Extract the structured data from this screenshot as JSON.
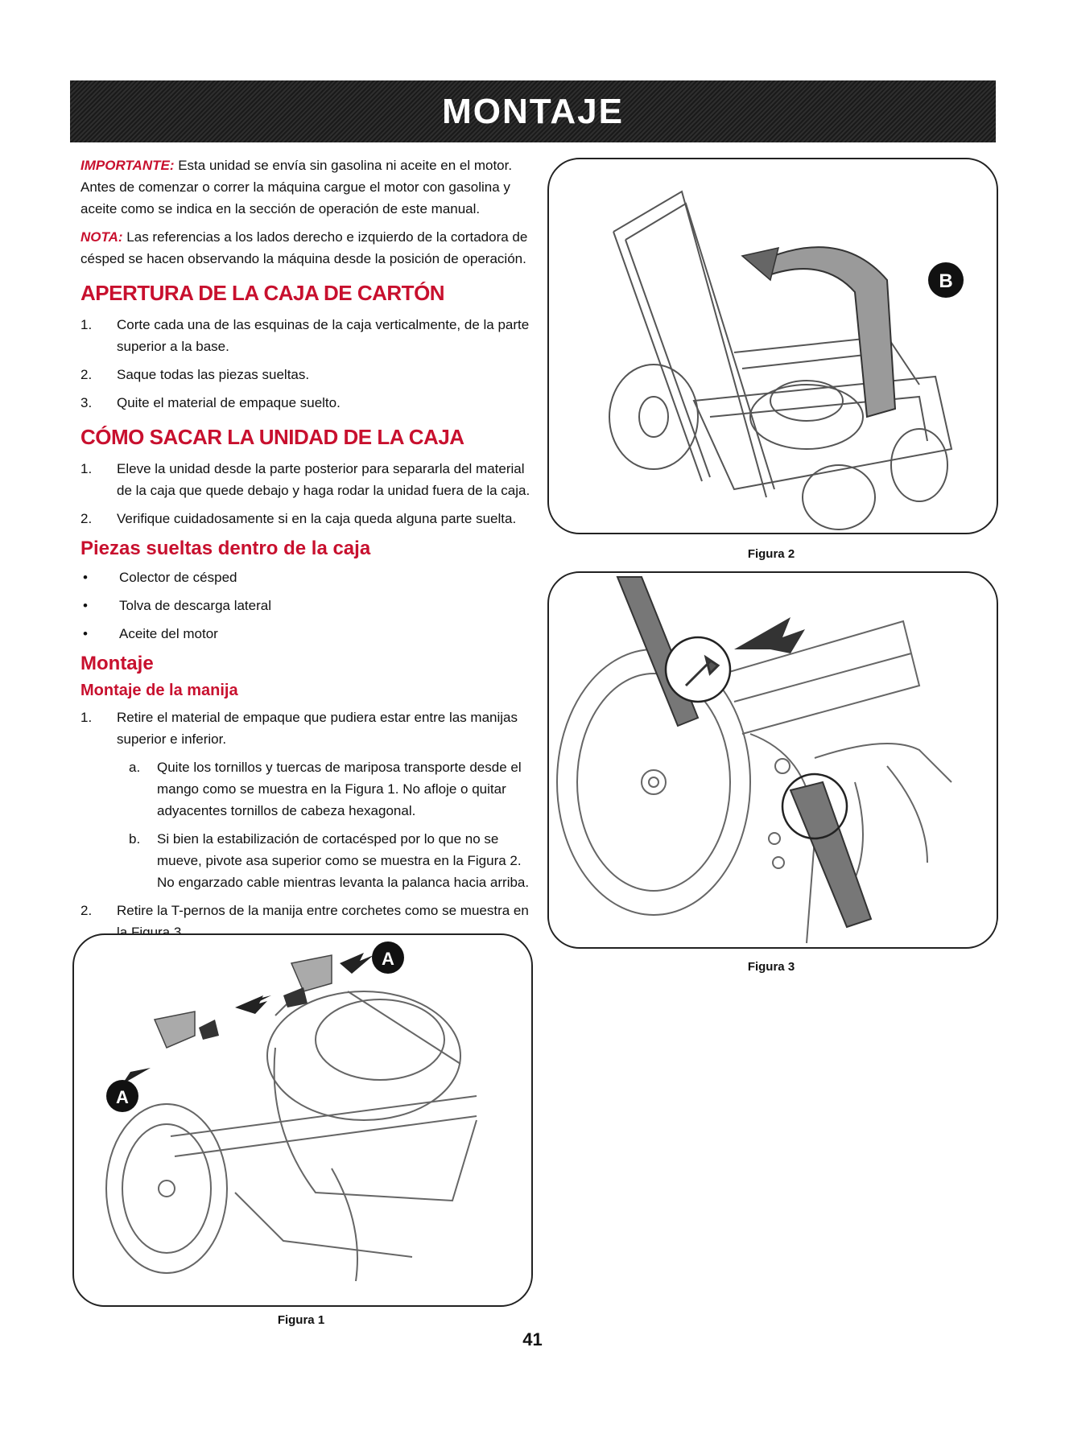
{
  "header": {
    "title": "MONTAJE"
  },
  "intro": {
    "important_lead": "IMPORTANTE:",
    "important_text": " Esta unidad se envía sin gasolina ni aceite en el motor. Antes de comenzar o correr la máquina cargue el motor con gasolina y aceite como se indica en la sección de operación de este manual.",
    "note_lead": "NOTA:",
    "note_text": " Las referencias a los lados derecho e izquierdo de la cortadora de césped se hacen observando la máquina desde la posición de operación."
  },
  "section_opening": {
    "title": "APERTURA DE LA CAJA DE CARTÓN",
    "steps": [
      {
        "num": "1.",
        "text": "Corte cada una de las esquinas de la caja verticalmente, de la parte superior a la base."
      },
      {
        "num": "2.",
        "text": "Saque todas las piezas sueltas."
      },
      {
        "num": "3.",
        "text": "Quite el material de empaque suelto."
      }
    ]
  },
  "section_remove": {
    "title": "CÓMO SACAR LA UNIDAD DE LA CAJA",
    "steps": [
      {
        "num": "1.",
        "text": "Eleve la unidad desde la parte posterior para separarla del material de la caja que quede debajo y haga rodar la unidad fuera de la caja."
      },
      {
        "num": "2.",
        "text": "Verifique cuidadosamente si en la caja queda alguna parte suelta."
      }
    ]
  },
  "section_loose": {
    "title": "Piezas sueltas dentro de la caja",
    "bullet": "•",
    "items": [
      "Colector de césped",
      "Tolva de descarga lateral",
      "Aceite del motor"
    ]
  },
  "section_assembly": {
    "title": "Montaje",
    "subtitle": "Montaje de la manija",
    "step1_num": "1.",
    "step1_text": "Retire el material de empaque que pudiera estar entre las manijas superior e inferior.",
    "sub_a_num": "a.",
    "sub_a_text": "Quite los tornillos y tuercas de mariposa transporte desde el mango como se muestra en la Figura 1. No afloje o quitar adyacentes tornillos de cabeza hexagonal.",
    "sub_b_num": "b.",
    "sub_b_text": "Si bien la estabilización de cortacésped por lo que no se mueve, pivote asa superior como se muestra en la Figura 2. No engarzado cable mientras levanta la palanca hacia arriba.",
    "step2_num": "2.",
    "step2_text": "Retire la T-pernos de la manija entre corchetes como se muestra en la Figura 3."
  },
  "figures": {
    "fig1_caption": "Figura 1",
    "fig2_caption": "Figura 2",
    "fig3_caption": "Figura 3",
    "label_a": "A",
    "label_b": "B"
  },
  "page_number": "41",
  "colors": {
    "accent": "#c8102e",
    "header_bg": "#1f1f1f"
  }
}
